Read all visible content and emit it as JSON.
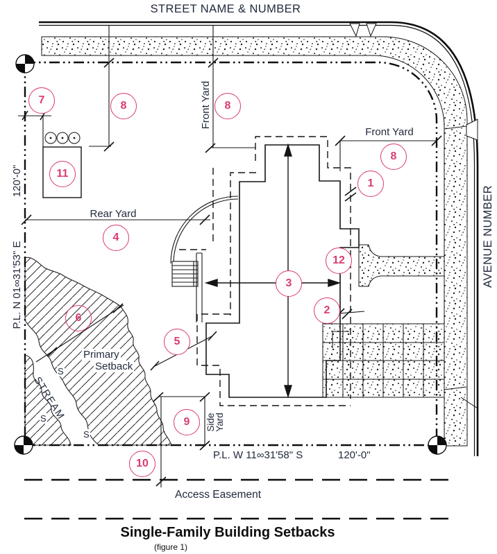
{
  "figure": {
    "title": "Single-Family Building Setbacks",
    "caption": "(figure 1)"
  },
  "streets": {
    "top": "STREET NAME & NUMBER",
    "right": "AVENUE NUMBER"
  },
  "property_lines": {
    "left_bearing": "P.L. N 01∞31'53\" E",
    "left_length": "120'-0\"",
    "bottom_bearing": "P.L. W 11∞31'58\" S",
    "bottom_length": "120'-0\""
  },
  "yards": {
    "front_top": "Front Yard",
    "front_right": "Front Yard",
    "rear": "Rear Yard",
    "side_line1": "Side",
    "side_line2": "Yard"
  },
  "features": {
    "primary_setback_line1": "Primary",
    "primary_setback_line2": "Setback",
    "stream": "STREAM",
    "stream_marker": "S",
    "access_easement": "Access Easement"
  },
  "balloons": [
    "7",
    "8",
    "8",
    "8",
    "1",
    "11",
    "4",
    "12",
    "3",
    "6",
    "2",
    "5",
    "9",
    "10"
  ],
  "colors": {
    "balloon": "#d93a73",
    "label": "#222a3c",
    "line": "#141414"
  }
}
